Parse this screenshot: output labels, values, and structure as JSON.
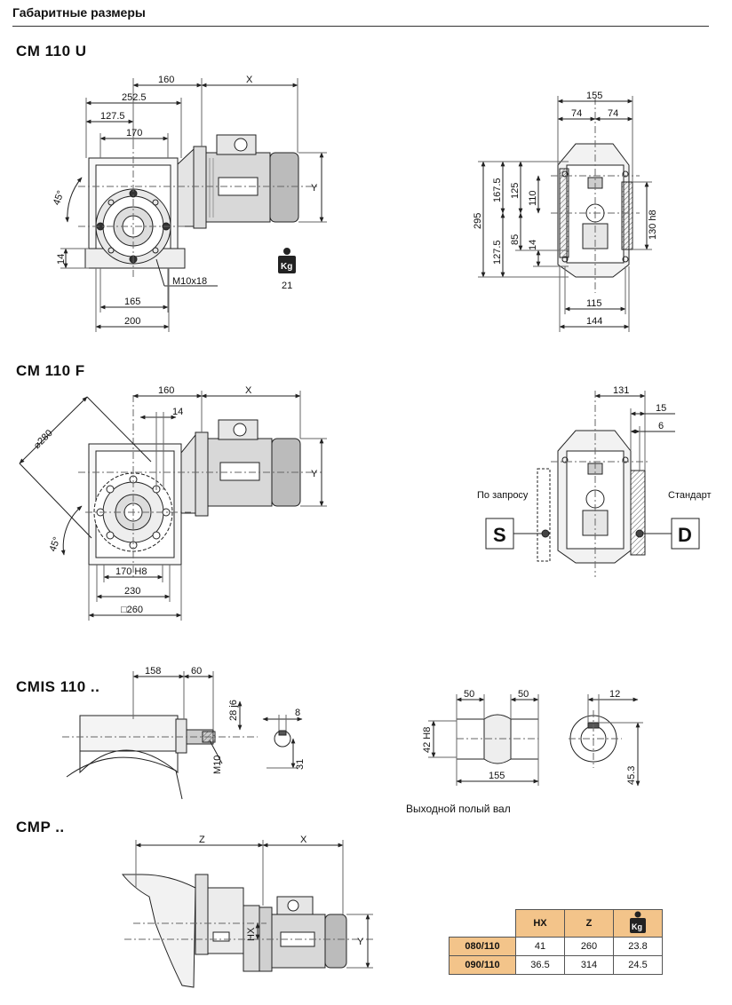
{
  "header": {
    "title": "Габаритные размеры"
  },
  "sections": {
    "cm110u": "CM 110 U",
    "cm110f": "CM 110 F",
    "cmis110": "CMIS 110 ..",
    "cmp": "CMP .."
  },
  "dims_u": {
    "d160": "160",
    "x": "X",
    "d252": "252.5",
    "d127": "127.5",
    "d170": "170",
    "a45": "45°",
    "d14": "14",
    "m10": "M10x18",
    "d165": "165",
    "d200": "200",
    "y": "Y",
    "weight": "21"
  },
  "dims_side": {
    "d155": "155",
    "d74a": "74",
    "d74b": "74",
    "d295": "295",
    "d1675": "167.5",
    "d125": "125",
    "d110": "110",
    "d1275": "127.5",
    "d85": "85",
    "d14": "14",
    "d130h8": "130 h8",
    "d115": "115",
    "d144": "144"
  },
  "dims_f": {
    "d160": "160",
    "x": "X",
    "dia280": "⌀280",
    "d14": "14",
    "a45": "45°",
    "d170h8": "170 H8",
    "d230": "230",
    "sq260": "□260",
    "y": "Y"
  },
  "dims_f_side": {
    "d131": "131",
    "d15": "15",
    "d6": "6",
    "on_request": "По запросу",
    "standard": "Стандарт",
    "s": "S",
    "d": "D"
  },
  "dims_cmis": {
    "d158": "158",
    "d60": "60",
    "d28": "28 j6",
    "d8": "8",
    "m10": "M10",
    "d31": "31"
  },
  "dims_hollow": {
    "d50a": "50",
    "d50b": "50",
    "d12": "12",
    "d42h8": "42 H8",
    "d155": "155",
    "d453": "45.3",
    "caption": "Выходной полый вал"
  },
  "dims_cmp": {
    "z": "Z",
    "x": "X",
    "hx": "HX",
    "y": "Y"
  },
  "table": {
    "headers": [
      "HX",
      "Z"
    ],
    "rows": [
      {
        "model": "080/110",
        "hx": "41",
        "z": "260",
        "kg": "23.8"
      },
      {
        "model": "090/110",
        "hx": "36.5",
        "z": "314",
        "kg": "24.5"
      }
    ]
  },
  "icons": {
    "weight": "weight-kg-icon"
  }
}
